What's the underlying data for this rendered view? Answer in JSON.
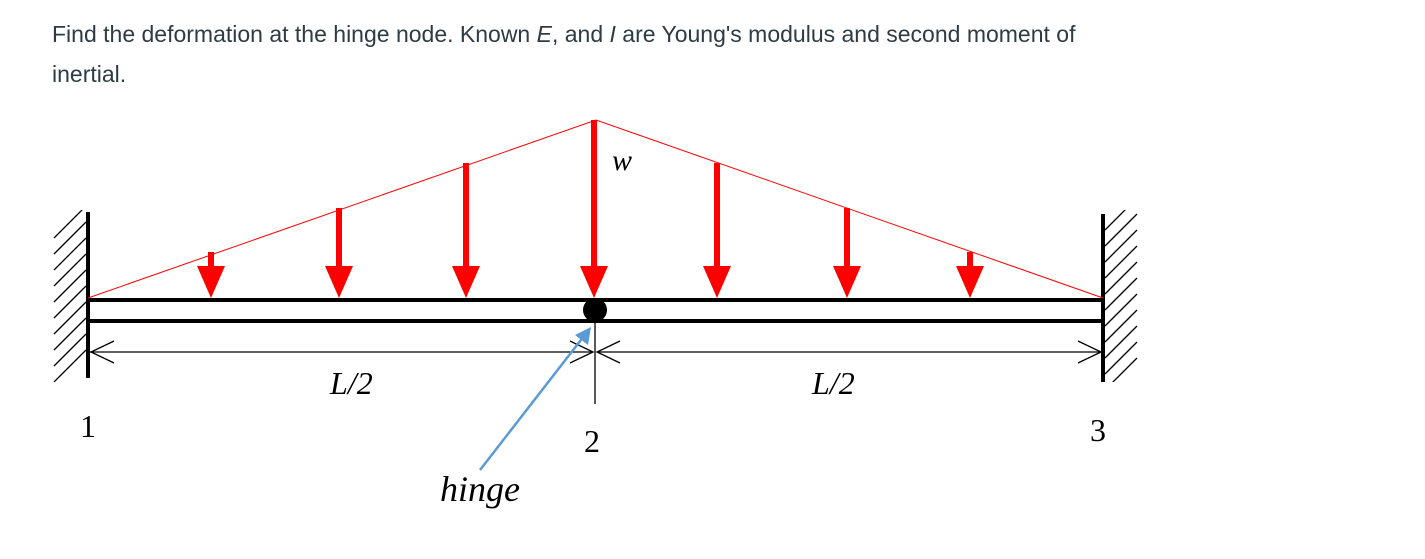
{
  "question": {
    "part1": "Find the deformation at the hinge node. Known ",
    "E": "E",
    "part2": ", and ",
    "I": "I",
    "part3": " are Young's modulus and second moment of inertial."
  },
  "diagram": {
    "load_label": "w",
    "span_left_label": "L/2",
    "span_right_label": "L/2",
    "node_1_label": "1",
    "node_2_label": "2",
    "node_3_label": "3",
    "hinge_label": "hinge",
    "colors": {
      "load": "#ff0000",
      "beam": "#000000",
      "hinge_pointer": "#5b9bd5"
    }
  }
}
